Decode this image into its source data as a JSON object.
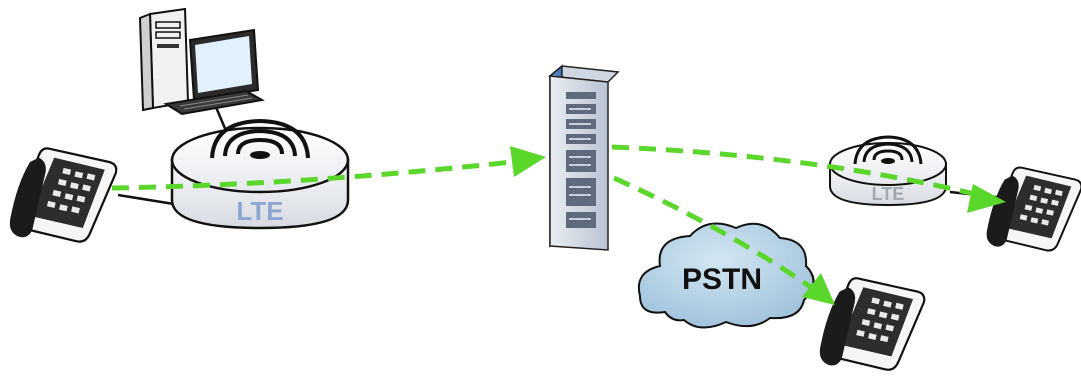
{
  "labels": {
    "lte_main": "LTE",
    "lte_remote": "LTE",
    "pstn": "PSTN"
  },
  "colors": {
    "flow_arrow": "#5bd62b",
    "lte_text": "#8ea6cf",
    "cloud_fill": "#b7d3e6",
    "server_blue": "#5d8fc9"
  },
  "icons": [
    "desktop-computer-icon",
    "lte-router-icon",
    "telephone-icon",
    "server-rack-icon",
    "pstn-cloud-icon"
  ]
}
